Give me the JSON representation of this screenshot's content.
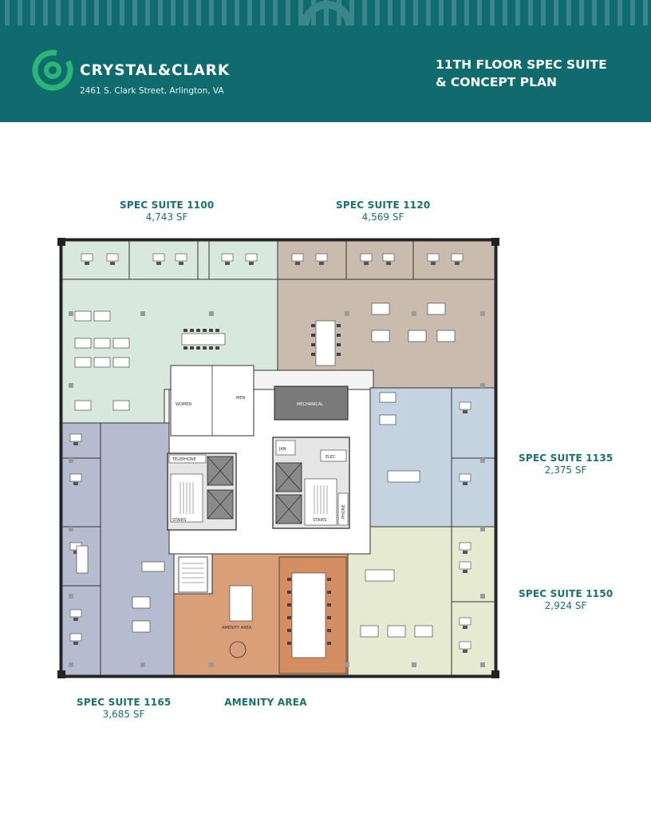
{
  "header": {
    "brand_name": "CRYSTAL&CLARK",
    "address": "2461 S. Clark Street, Arlington, VA",
    "title_line1": "11TH FLOOR SPEC SUITE",
    "title_line2": "& CONCEPT PLAN"
  },
  "colors": {
    "brand_teal": "#0f6b6e",
    "logo_green": "#2bb673",
    "label_teal": "#1a6f72",
    "suite_1100": "#d9e8dc",
    "suite_1120": "#c9bcae",
    "suite_1135": "#c5d3e0",
    "suite_1150": "#e6ead1",
    "suite_1165": "#b6bccf",
    "amenity": "#d99f78"
  },
  "suites": [
    {
      "name": "SPEC SUITE 1100",
      "area": "4,743 SF"
    },
    {
      "name": "SPEC SUITE 1120",
      "area": "4,569 SF"
    },
    {
      "name": "SPEC SUITE 1135",
      "area": "2,375 SF"
    },
    {
      "name": "SPEC SUITE 1150",
      "area": "2,924 SF"
    },
    {
      "name": "SPEC SUITE 1165",
      "area": "3,685 SF"
    },
    {
      "name": "AMENITY AREA",
      "area": ""
    }
  ],
  "plan_labels": {
    "women": "WOMEN",
    "men": "MEN",
    "mechanical": "MECHANICAL",
    "telephone": "TELEPHONE",
    "jan": "JAN",
    "elec": "ELEC",
    "stairs_left": "STAIRS",
    "stairs_right": "STAIRS",
    "phone": "PHONE",
    "amenity_area": "AMENITY AREA"
  }
}
